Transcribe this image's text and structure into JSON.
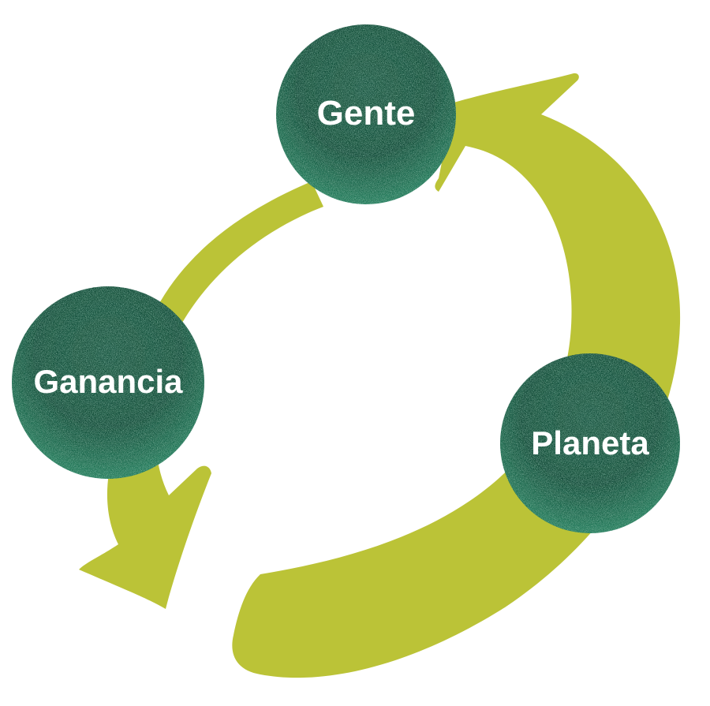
{
  "nodes": [
    {
      "id": "gente",
      "label": "Gente"
    },
    {
      "id": "ganancia",
      "label": "Ganancia"
    },
    {
      "id": "planeta",
      "label": "Planeta"
    }
  ],
  "colors": {
    "arrow": "#bbc337",
    "node_dark": "#0f4434",
    "node_light": "#2f8a6a",
    "label": "#ffffff",
    "background": "#ffffff"
  }
}
